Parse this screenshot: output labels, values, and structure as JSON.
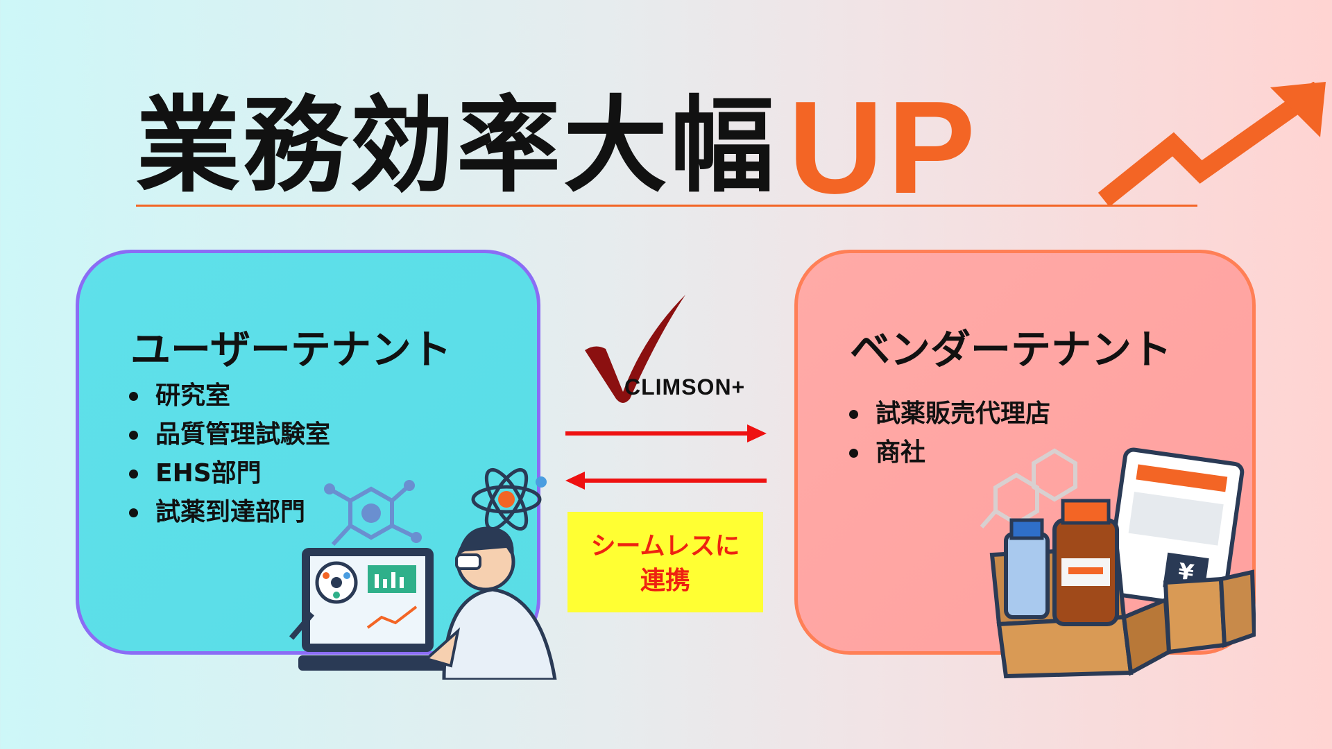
{
  "title": {
    "main": "業務効率大幅",
    "highlight": "UP"
  },
  "user_tenant": {
    "title": "ユーザーテナント",
    "items": [
      "研究室",
      "品質管理試験室",
      "EHS部門",
      "試薬到達部門"
    ]
  },
  "vendor_tenant": {
    "title": "ベンダーテナント",
    "items": [
      "試薬販売代理店",
      "商社"
    ]
  },
  "brand": {
    "name": "CLIMSON+"
  },
  "connection_note": {
    "line1": "シームレスに",
    "line2": "連携"
  },
  "colors": {
    "accent": "#f36525",
    "user_border": "#8b6cf5",
    "user_fill": "#5fe0ea",
    "vendor_border": "#ff7f56",
    "vendor_fill": "#ffa19f",
    "arrow": "#ee1111",
    "note_bg": "#ffff33"
  },
  "icons": [
    "trend-up-arrow-icon",
    "checkmark-icon",
    "scientist-illustration",
    "molecule-icon",
    "vendor-goods-illustration"
  ]
}
